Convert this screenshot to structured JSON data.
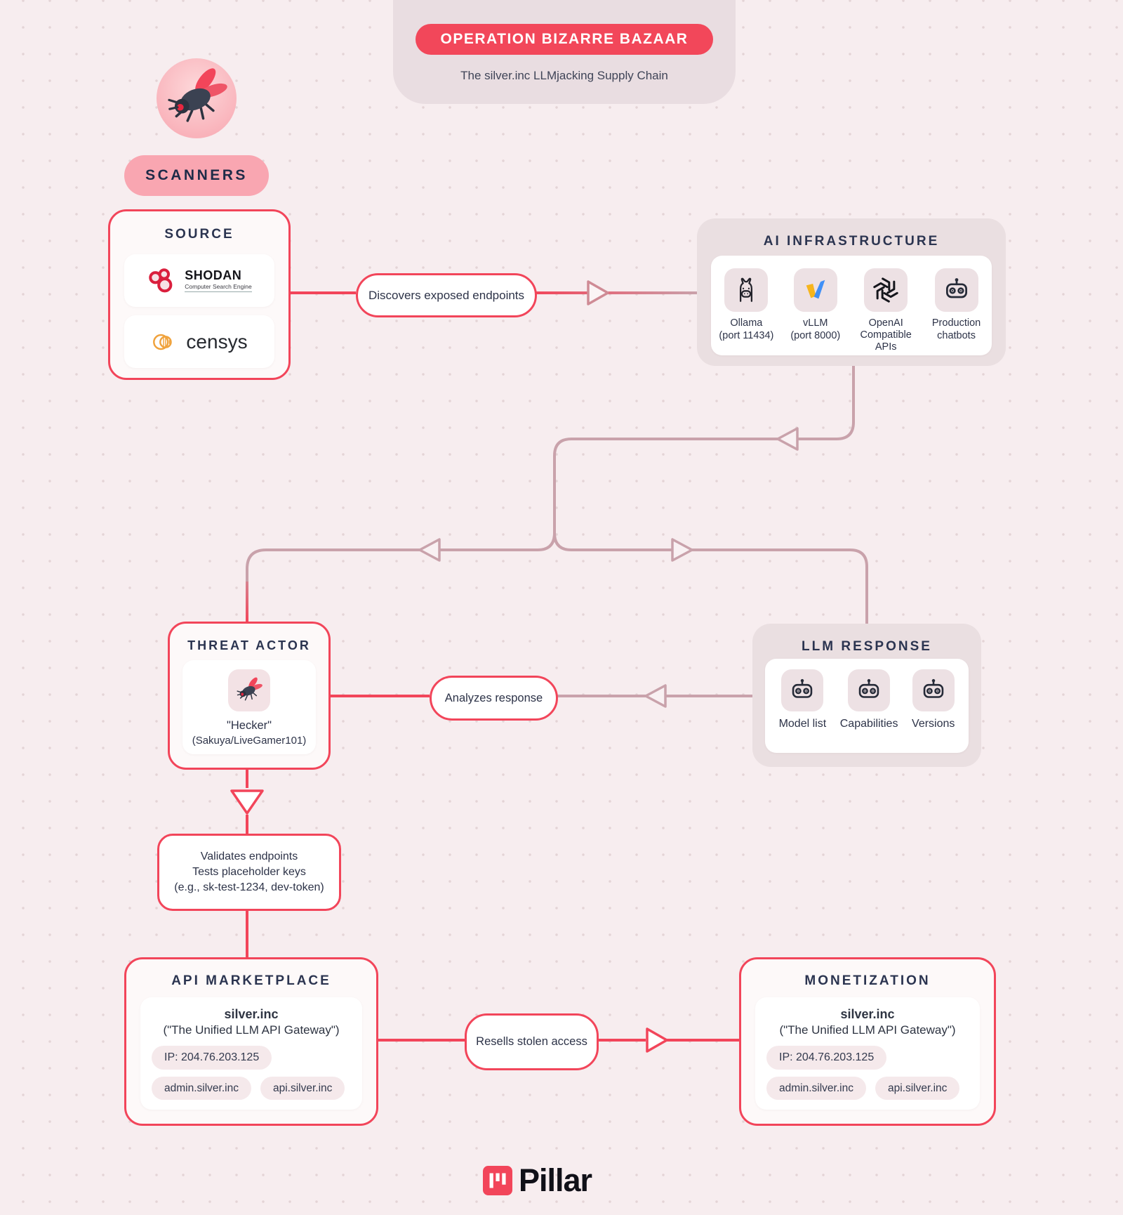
{
  "header": {
    "title": "OPERATION BIZARRE BAZAAR",
    "subtitle": "The silver.inc LLMjacking Supply Chain"
  },
  "scanners_label": "SCANNERS",
  "source": {
    "title": "SOURCE",
    "shodan_name": "SHODAN",
    "shodan_tagline": "Computer Search Engine",
    "censys_name": "censys"
  },
  "flows": {
    "discover": "Discovers exposed endpoints",
    "analyze": "Analyzes response",
    "resell": "Resells stolen access"
  },
  "ai_infrastructure": {
    "title": "AI INFRASTRUCTURE",
    "items": [
      {
        "icon": "llama-icon",
        "label": "Ollama\n(port 11434)"
      },
      {
        "icon": "vllm-icon",
        "label": "vLLM\n(port 8000)"
      },
      {
        "icon": "openai-icon",
        "label": "OpenAI\nCompatible\nAPIs"
      },
      {
        "icon": "robot-icon",
        "label": "Production\nchatbots"
      }
    ]
  },
  "threat_actor": {
    "title": "THREAT ACTOR",
    "name": "\"Hecker\"",
    "alias": "(Sakuya/LiveGamer101)"
  },
  "llm_response": {
    "title": "LLM RESPONSE",
    "items": [
      {
        "icon": "robot-icon",
        "label": "Model list"
      },
      {
        "icon": "robot-icon",
        "label": "Capabilities"
      },
      {
        "icon": "robot-icon",
        "label": "Versions"
      }
    ]
  },
  "validation": {
    "text": "Validates endpoints\nTests placeholder keys\n(e.g., sk-test-1234, dev-token)"
  },
  "api_marketplace": {
    "title": "API MARKETPLACE",
    "name": "silver.inc",
    "gateway": "(\"The Unified LLM API Gateway\")",
    "ip": "IP: 204.76.203.125",
    "domain_admin": "admin.silver.inc",
    "domain_api": "api.silver.inc"
  },
  "monetization": {
    "title": "MONETIZATION",
    "name": "silver.inc",
    "gateway": "(\"The Unified LLM API Gateway\")",
    "ip": "IP: 204.76.203.125",
    "domain_admin": "admin.silver.inc",
    "domain_api": "api.silver.inc"
  },
  "footer": {
    "brand": "Pillar"
  },
  "colors": {
    "accent_red": "#f2455a",
    "line_mauve": "#c9a2ab",
    "navy_text": "#2b3450",
    "pink_pill": "#f9a6b1",
    "panel_beige": "#eadfe1"
  }
}
